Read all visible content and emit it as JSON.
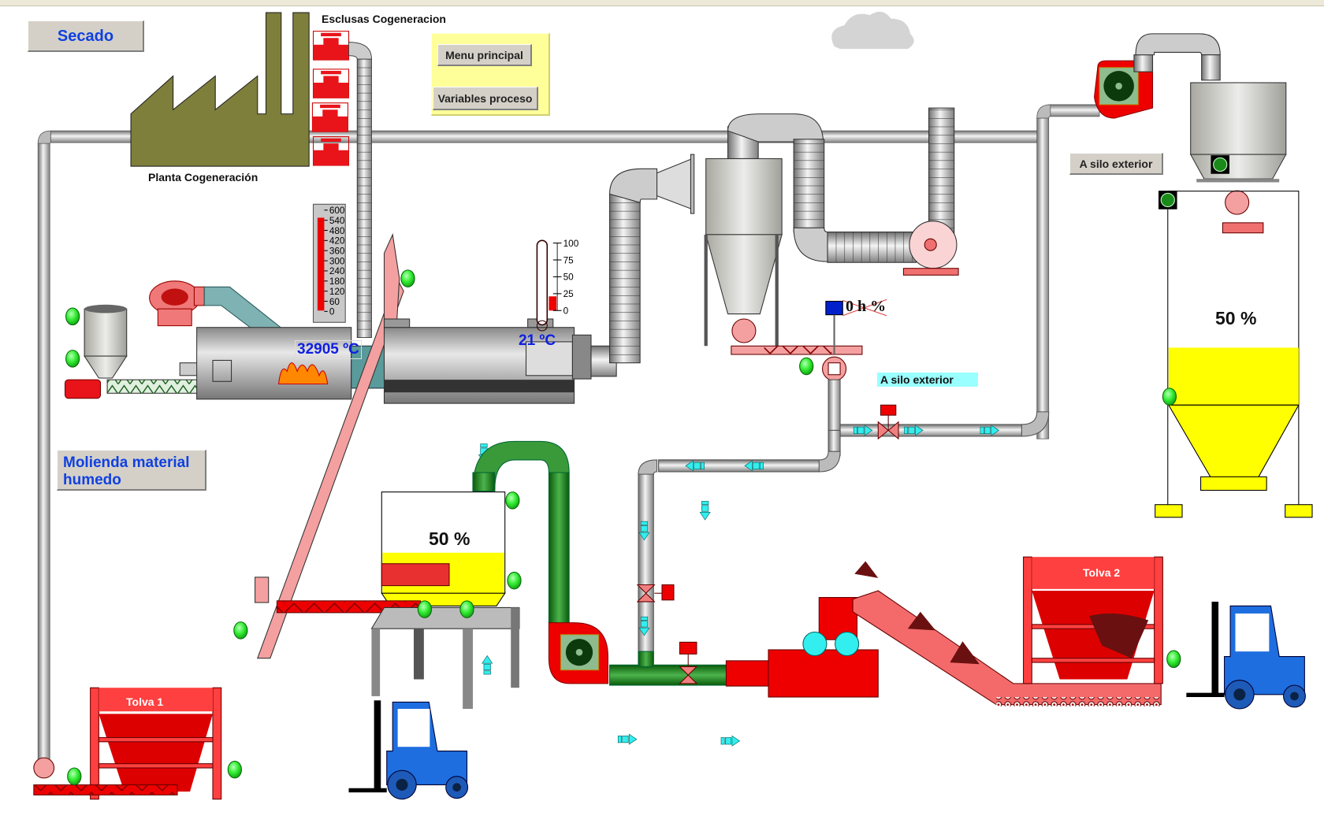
{
  "nav": {
    "secado": "Secado",
    "molienda": "Molienda material humedo",
    "menu_principal": "Menu principal",
    "variables_proceso": "Variables proceso",
    "a_silo_exterior_button": "A silo exterior"
  },
  "labels": {
    "esclusas": "Esclusas Cogeneracion",
    "planta": "Planta Cogeneración",
    "a_silo_exterior_tag": "A silo exterior",
    "tolva1": "Tolva 1",
    "tolva2": "Tolva 2"
  },
  "readings": {
    "burner_temp": "32905 ºC",
    "dryer_temp": "21 ºC",
    "humidity": "0 h %",
    "buffer_silo_level": "50 %",
    "outdoor_silo_level": "50 %"
  },
  "gauges": {
    "burner_bar": {
      "scale": [
        "600",
        "540",
        "480",
        "420",
        "360",
        "300",
        "240",
        "180",
        "120",
        "60",
        "0"
      ],
      "fill_fraction": 1.0
    },
    "thermometer": {
      "scale": [
        "100",
        "75",
        "50",
        "25",
        "0"
      ],
      "value": 21
    }
  },
  "levels": {
    "buffer_silo": 0.5,
    "outdoor_silo": 0.5
  },
  "colors": {
    "status_ok": "#33ee33",
    "pipe": "#c0c0c0",
    "equipment": "#ff2020",
    "accent_text": "#1040e0",
    "fill_yellow": "#ffff00"
  }
}
